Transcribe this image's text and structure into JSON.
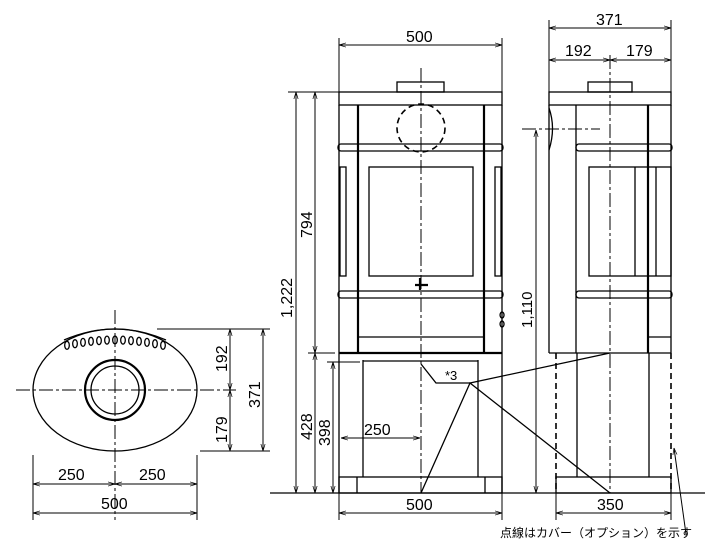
{
  "top_view": {
    "dims": {
      "front_depth": "192",
      "back_depth": "179",
      "total_depth": "371",
      "left_half": "250",
      "right_half": "250",
      "width": "500"
    }
  },
  "front_view": {
    "dims": {
      "top_width": "500",
      "total_height": "1,222",
      "body_height": "794",
      "base_height": "428",
      "leg_height": "398",
      "half_width": "250",
      "bottom_width": "500"
    },
    "callout": "*3"
  },
  "side_view": {
    "dims": {
      "total_depth": "371",
      "front_depth": "192",
      "back_depth": "179",
      "flue_height": "1,110",
      "base_depth": "350"
    }
  },
  "note": "点線はカバー（オプション）を示す"
}
